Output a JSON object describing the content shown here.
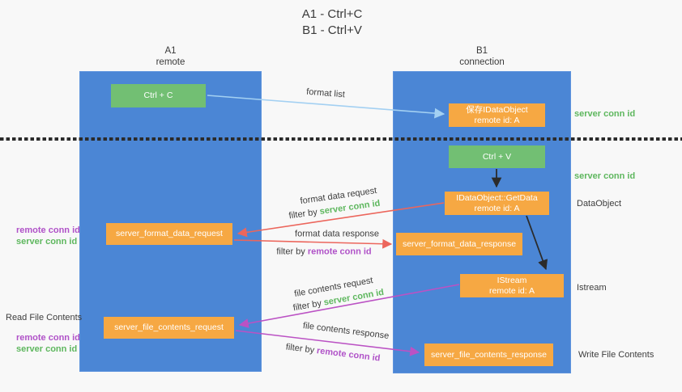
{
  "title": {
    "line1": "A1 - Ctrl+C",
    "line2": "B1 - Ctrl+V"
  },
  "columns": {
    "left": {
      "name": "A1",
      "role": "remote"
    },
    "right": {
      "name": "B1",
      "role": "connection"
    }
  },
  "nodes": {
    "ctrl_c": {
      "label": "Ctrl + C"
    },
    "save_dataobject": {
      "line1": "保存IDataObject",
      "line2": "remote id: A"
    },
    "ctrl_v": {
      "label": "Ctrl + V"
    },
    "getdata": {
      "line1": "IDataObject::GetData",
      "line2": "remote id: A"
    },
    "format_request": {
      "label": "server_format_data_request"
    },
    "format_response": {
      "label": "server_format_data_response"
    },
    "istream": {
      "line1": "IStream",
      "line2": "remote id: A"
    },
    "file_request": {
      "label": "server_file_contents_request"
    },
    "file_response": {
      "label": "server_file_contents_response"
    }
  },
  "arrow_labels": {
    "format_list": "format list",
    "format_data_request": "format data request",
    "format_data_response": "format data response",
    "file_contents_request": "file contents request",
    "file_contents_response": "file contents response",
    "filter_by": "filter by",
    "server_conn_id": "server conn id",
    "remote_conn_id": "remote conn id"
  },
  "annotations": {
    "right_server_conn_id_top": "server conn id",
    "right_server_conn_id_mid": "server conn id",
    "dataobject": "DataObject",
    "istream": "Istream",
    "write_file_contents": "Write File Contents",
    "left_remote_conn_id_mid": "remote conn id",
    "left_server_conn_id_mid": "server conn id",
    "read_file_contents": "Read File Contents",
    "left_remote_conn_id_bottom": "remote conn id",
    "left_server_conn_id_bottom": "server conn id"
  },
  "colors": {
    "background": "#f8f8f8",
    "column_blue": "#4b86d5",
    "node_green": "#72bf73",
    "node_orange": "#f6a843",
    "arrow_light_blue": "#a3d0f2",
    "arrow_red": "#ec665c",
    "arrow_magenta": "#bb52c4",
    "arrow_black": "#2b2b2b",
    "text_green": "#5eb75e",
    "text_purple": "#b052c8",
    "text_dark": "#3d3d3d"
  }
}
